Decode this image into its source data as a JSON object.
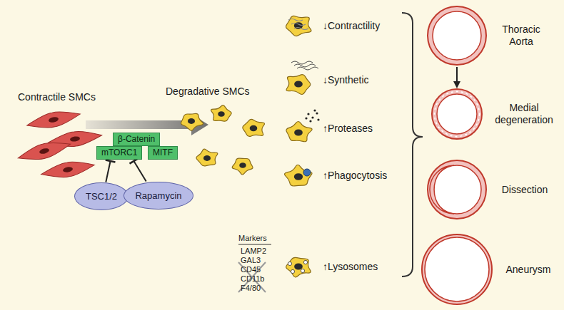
{
  "diagram": {
    "nodes": [
      {
        "text": [
          "β-Catenin"
        ]
      },
      {
        "text": [
          "mTORC1"
        ]
      },
      {
        "text": [
          "MITF"
        ]
      },
      {
        "text": [
          "TSC1/2"
        ]
      },
      {
        "text": [
          "Rapamycin"
        ]
      },
      {
        "text": [
          "Thoracic Aorta"
        ]
      },
      {
        "text": [
          "Medial degeneration"
        ]
      },
      {
        "text": [
          "Dissection"
        ]
      },
      {
        "text": [
          "Aneurysm"
        ]
      }
    ],
    "edges": [
      {
        "from": 3,
        "to": 1,
        "arrow": "to"
      },
      {
        "from": 4,
        "to": 1,
        "arrow": "to"
      },
      {
        "from": 5,
        "to": 6,
        "arrow": "to"
      }
    ],
    "labels": [
      "Contractile SMCs",
      "Degradative SMCs",
      "↓Contractility",
      "↓Synthetic",
      "↑Proteases",
      "↑Phagocytosis",
      "↑Lysosomes",
      "Markers",
      "LAMP2",
      "GAL3",
      "CD45",
      "CD11b",
      "F4/80"
    ]
  }
}
